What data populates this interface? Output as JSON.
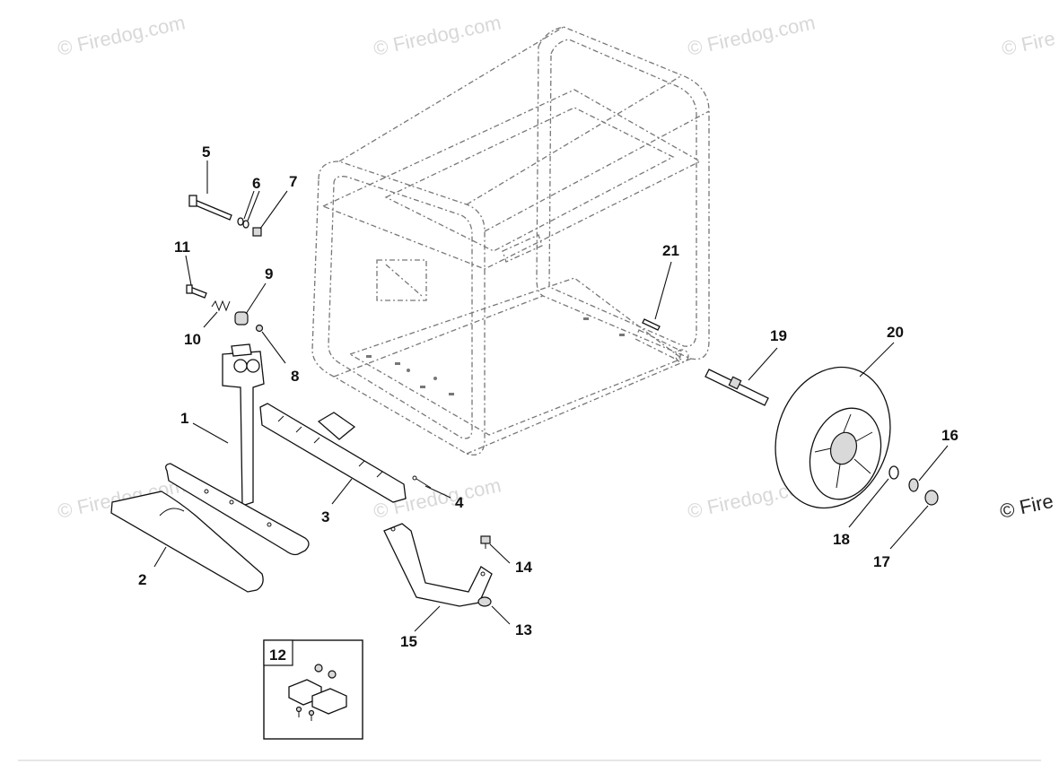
{
  "watermark": {
    "text": "© Firedog.com",
    "partial_right": "© Fire",
    "color": "#d8d8d8"
  },
  "callouts": {
    "c1": "1",
    "c2": "2",
    "c3": "3",
    "c4": "4",
    "c5": "5",
    "c6": "6",
    "c7": "7",
    "c8": "8",
    "c9": "9",
    "c10": "10",
    "c11": "11",
    "c12": "12",
    "c13": "13",
    "c14": "14",
    "c15": "15",
    "c16": "16",
    "c17": "17",
    "c18": "18",
    "c19": "19",
    "c20": "20",
    "c21": "21"
  },
  "side_mark": "© Fire"
}
